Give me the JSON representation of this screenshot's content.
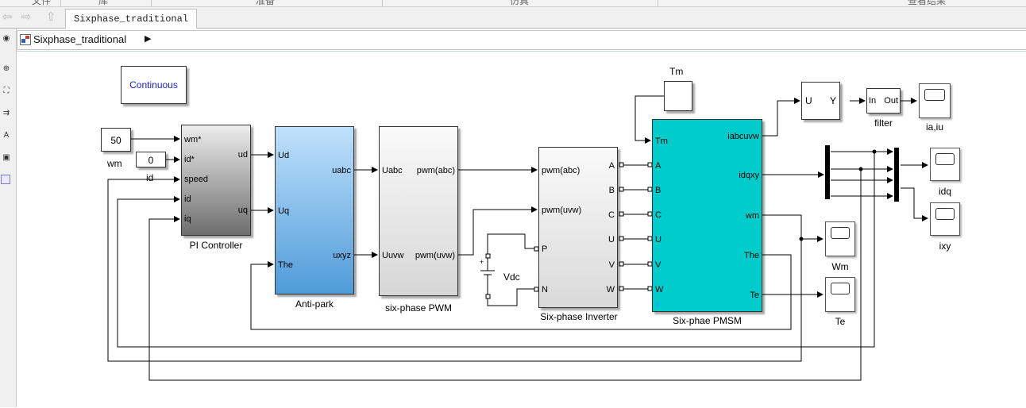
{
  "menu": {
    "items": [
      "文件",
      "库",
      "准备",
      "仿真",
      "查看结果"
    ]
  },
  "tab": {
    "title": "Sixphase_traditional"
  },
  "breadcrumb": {
    "model": "Sixphase_traditional"
  },
  "blocks": {
    "continuous": "Continuous",
    "wm_const": {
      "value": "50",
      "label": "wm"
    },
    "id_const": {
      "value": "0",
      "label": "id"
    },
    "pi": {
      "label": "PI Controller",
      "in": [
        "wm*",
        "id*",
        "speed",
        "id",
        "iq"
      ],
      "out": [
        "ud",
        "uq"
      ]
    },
    "antipark": {
      "label": "Anti-park",
      "in": [
        "Ud",
        "Uq",
        "The"
      ],
      "out": [
        "uabc",
        "uxyz"
      ]
    },
    "pwm": {
      "label": "six-phase PWM",
      "in": [
        "Uabc",
        "Uuvw"
      ],
      "out": [
        "pwm(abc)",
        "pwm(uvw)"
      ]
    },
    "vdc": {
      "label": "Vdc",
      "plus": "+"
    },
    "inverter": {
      "label": "Six-phase Inverter",
      "in": [
        "pwm(abc)",
        "pwm(uvw)",
        "P",
        "N"
      ],
      "out": [
        "A",
        "B",
        "C",
        "U",
        "V",
        "W"
      ]
    },
    "tm_step": {
      "label": "Tm"
    },
    "pmsm": {
      "label": "Six-phae PMSM",
      "in": [
        "Tm",
        "A",
        "B",
        "C",
        "U",
        "V",
        "W"
      ],
      "out": [
        "iabcuvw",
        "idqxy",
        "wm",
        "The",
        "Te"
      ]
    },
    "uy": {
      "in": "U",
      "out": "Y"
    },
    "filter": {
      "label": "filter",
      "in": "In",
      "out": "Out"
    },
    "scopes": {
      "iaiu": "ia,iu",
      "idq": "idq",
      "ixy": "ixy",
      "wm": "Wm",
      "te": "Te"
    }
  },
  "colors": {
    "pi_top": "#ececec",
    "pi_bottom": "#6e6e6e",
    "antipark_top": "#bfe0fa",
    "antipark_bottom": "#4f9bd9",
    "pwm_top": "#fafafa",
    "pwm_bottom": "#d6d6d6",
    "pmsm": "#00cccc",
    "constant_text": "#1a1aee"
  }
}
